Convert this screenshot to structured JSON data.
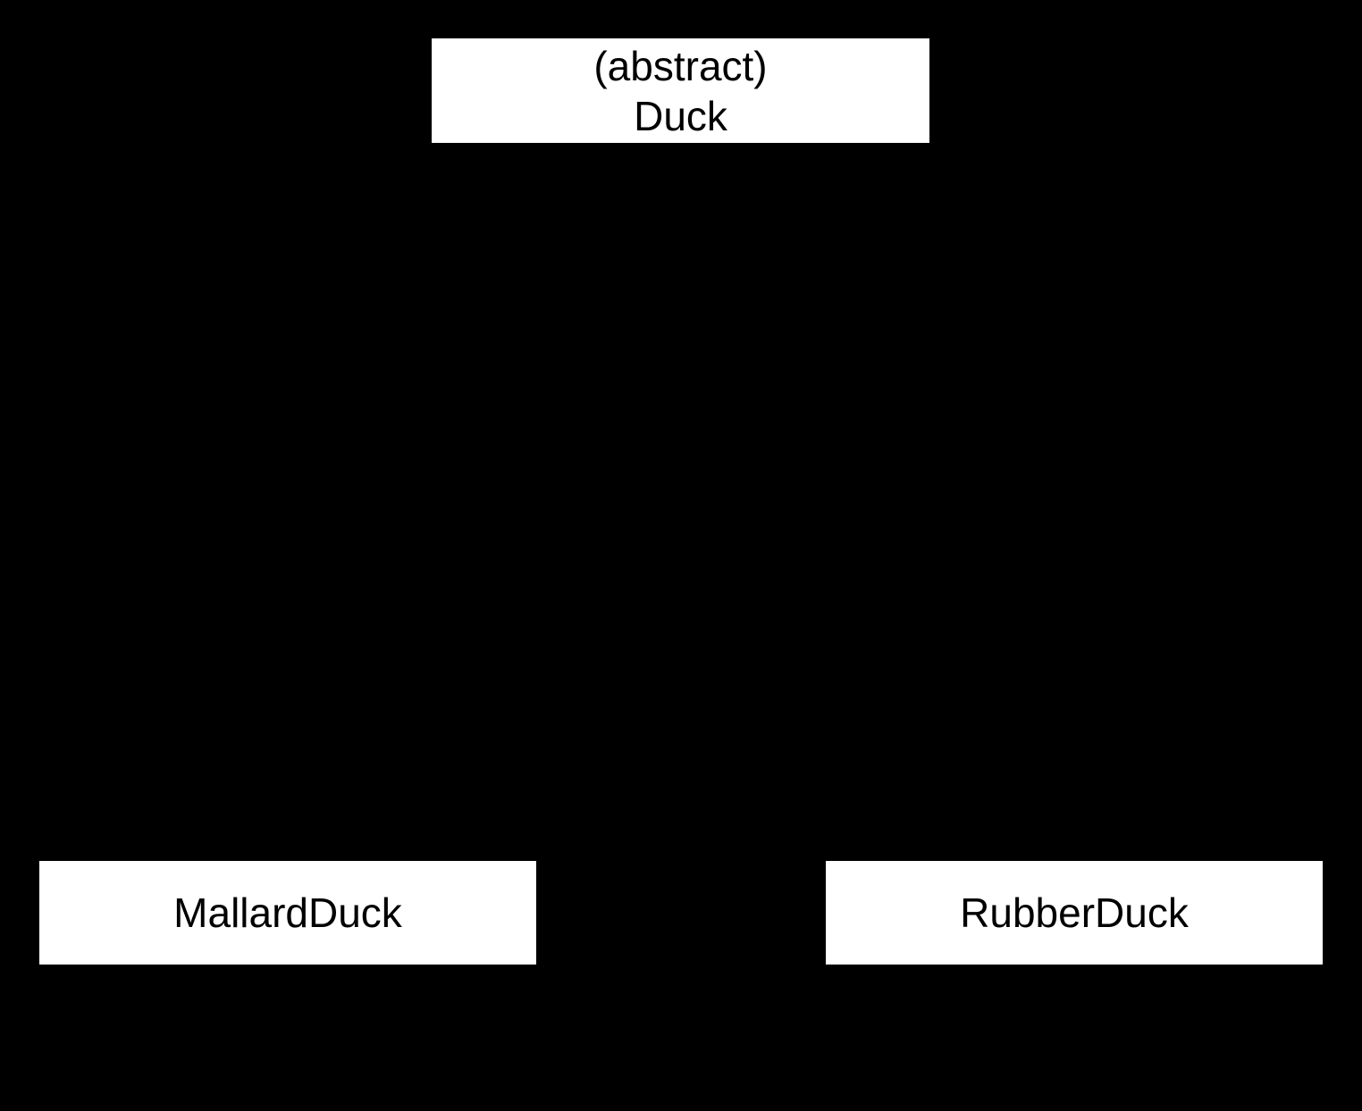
{
  "diagram": {
    "type": "uml-class-diagram",
    "colors": {
      "background": "#000000",
      "node_fill": "#ffffff",
      "node_text": "#000000"
    },
    "nodes": [
      {
        "id": "duck",
        "stereotype": "(abstract)",
        "name": "Duck"
      },
      {
        "id": "mallard",
        "name": "MallardDuck"
      },
      {
        "id": "rubber",
        "name": "RubberDuck"
      }
    ]
  }
}
